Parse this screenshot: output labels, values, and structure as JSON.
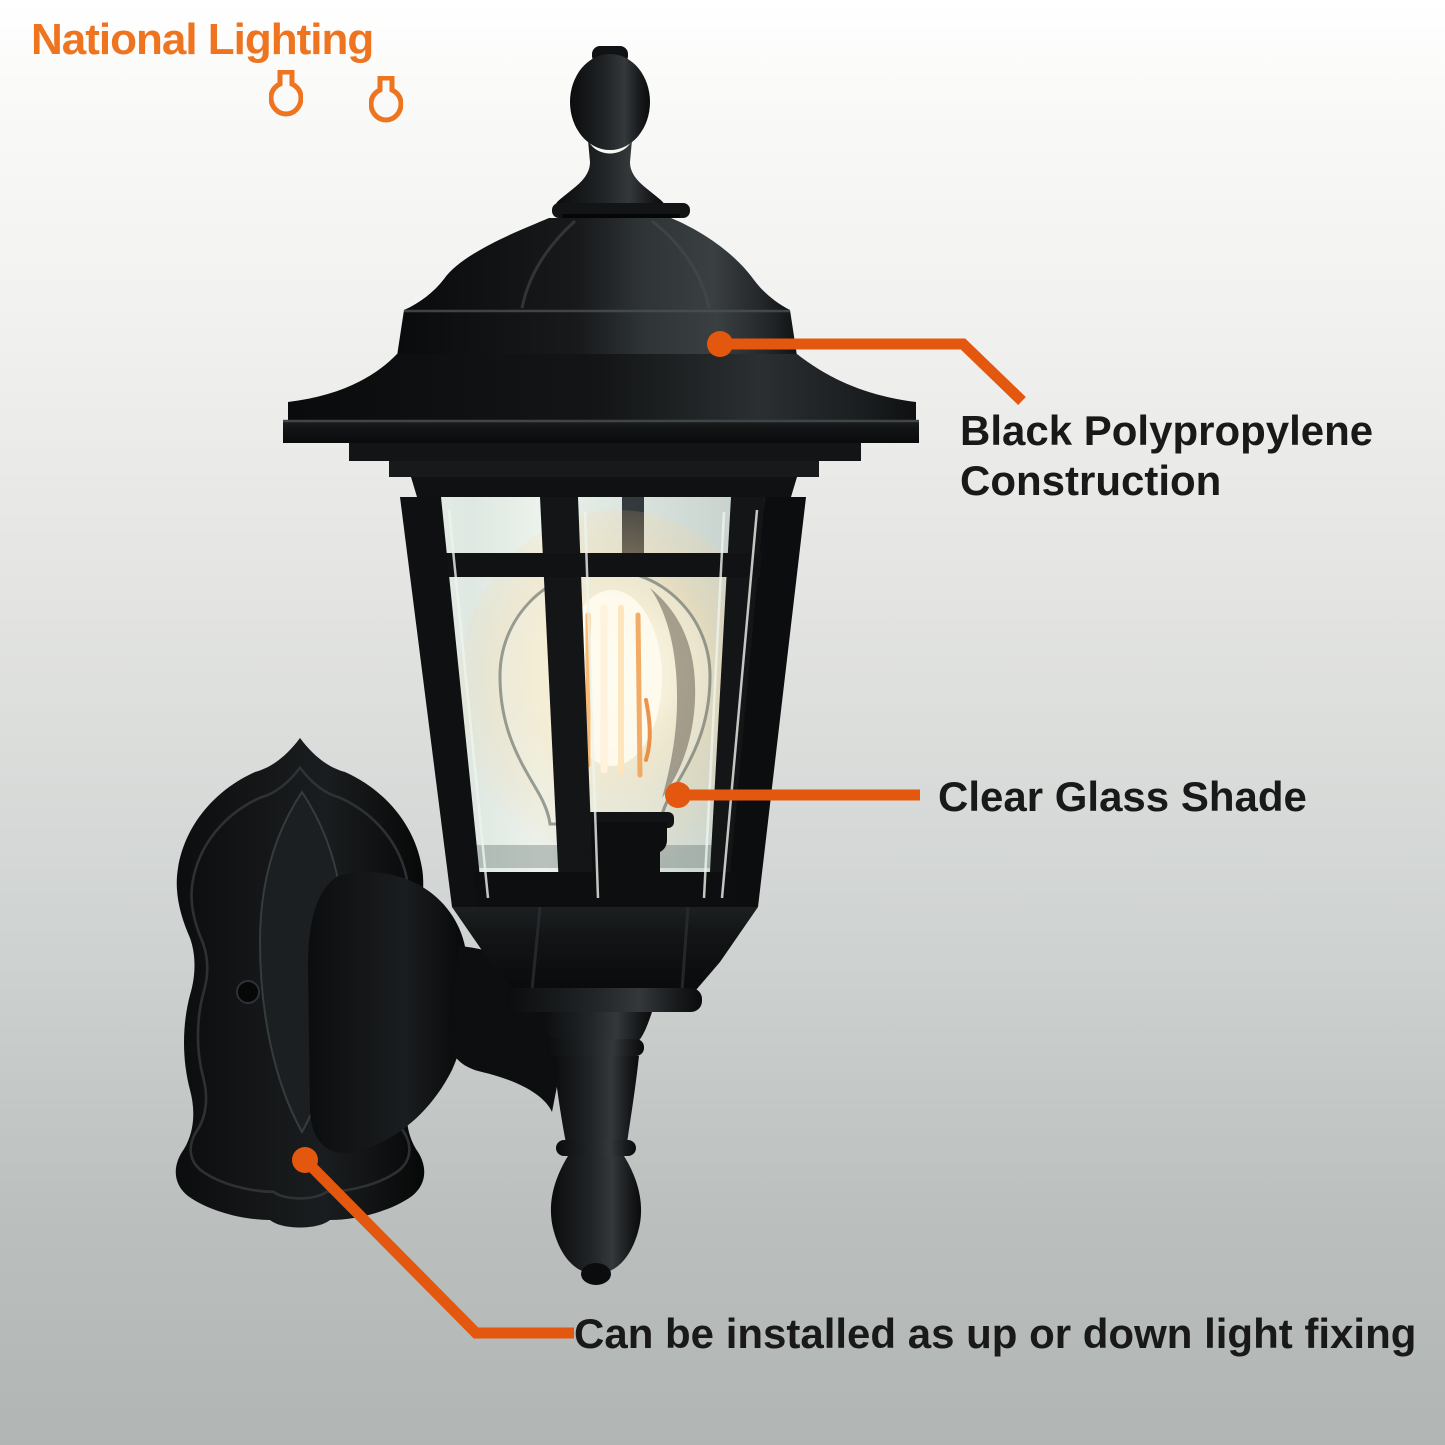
{
  "brand": {
    "name": "National Lighting"
  },
  "icons": {
    "logo_bulb": "bulb-outline-icon"
  },
  "colors": {
    "logo_orange": "#ee7420",
    "callout_orange": "#e4570e",
    "annotation_text": "#191919",
    "background_top": "#ffffff",
    "background_bottom": "#b1b5b3",
    "lantern_black": "#141617",
    "glass_tint": "#dde6e0",
    "bulb_glow": "#ffdf9f"
  },
  "annotations": {
    "construction": {
      "line1": "Black Polypropylene",
      "line2": "Construction"
    },
    "glass": {
      "label": "Clear Glass Shade"
    },
    "install": {
      "label": "Can be installed as up or down light fixing"
    }
  }
}
